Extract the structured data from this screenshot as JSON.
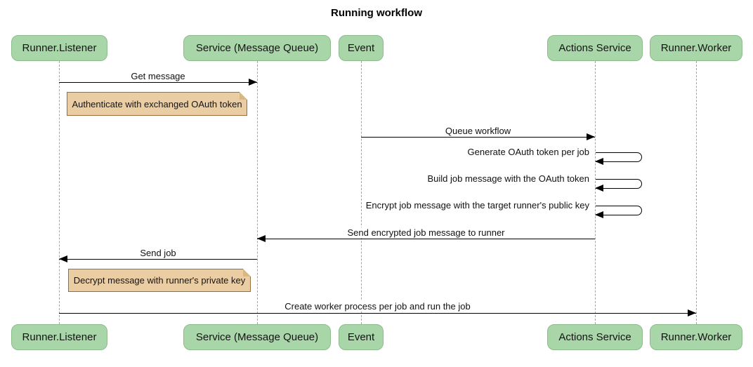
{
  "title": "Running workflow",
  "participants": [
    {
      "id": "runner-listener",
      "label": "Runner.Listener"
    },
    {
      "id": "service-message-queue",
      "label": "Service (Message Queue)"
    },
    {
      "id": "event",
      "label": "Event"
    },
    {
      "id": "actions-service",
      "label": "Actions Service"
    },
    {
      "id": "runner-worker",
      "label": "Runner.Worker"
    }
  ],
  "messages": [
    {
      "label": "Get message",
      "from": "Runner.Listener",
      "to": "Service (Message Queue)",
      "type": "solid-arrow"
    },
    {
      "label": "Queue workflow",
      "from": "Event",
      "to": "Actions Service",
      "type": "solid-arrow"
    },
    {
      "label": "Generate OAuth token per job",
      "from": "Actions Service",
      "to": "Actions Service",
      "type": "self-loop"
    },
    {
      "label": "Build job message with the OAuth token",
      "from": "Actions Service",
      "to": "Actions Service",
      "type": "self-loop"
    },
    {
      "label": "Encrypt job message with the target runner's public key",
      "from": "Actions Service",
      "to": "Actions Service",
      "type": "self-loop"
    },
    {
      "label": "Send encrypted job message to runner",
      "from": "Actions Service",
      "to": "Service (Message Queue)",
      "type": "solid-arrow"
    },
    {
      "label": "Send job",
      "from": "Service (Message Queue)",
      "to": "Runner.Listener",
      "type": "solid-arrow"
    },
    {
      "label": "Create worker process per job and run the job",
      "from": "Runner.Listener",
      "to": "Runner.Worker",
      "type": "solid-arrow"
    }
  ],
  "notes": [
    {
      "label": "Authenticate with exchanged OAuth token",
      "over": "Runner.Listener"
    },
    {
      "label": "Decrypt message with runner's private key",
      "over": "Runner.Listener"
    }
  ],
  "colors": {
    "participant_fill": "#a8d6a8",
    "participant_border": "#8cbb8c",
    "note_fill": "#ebcda3",
    "note_border": "#966e3c",
    "lifeline": "#a3a3a3",
    "arrow": "#000000",
    "background": "#ffffff"
  }
}
